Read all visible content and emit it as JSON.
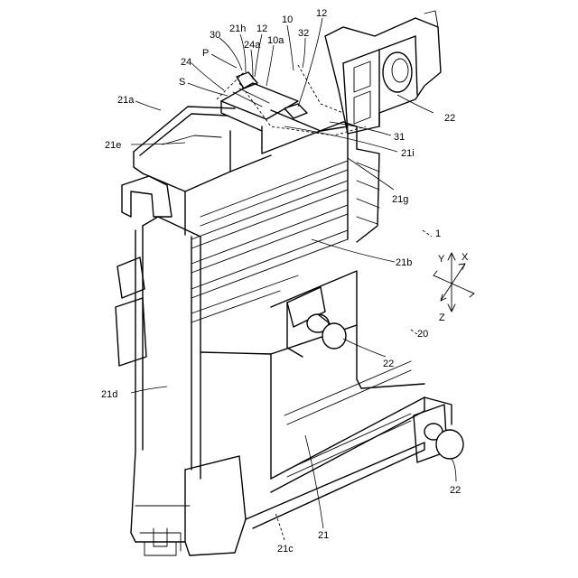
{
  "figure": {
    "labels": {
      "l30": "30",
      "l21h": "21h",
      "l12a": "12",
      "l10": "10",
      "l12b": "12",
      "lP": "P",
      "l24a": "24a",
      "l10a": "10a",
      "l32": "32",
      "l24": "24",
      "lS": "S",
      "l21a": "21a",
      "l22a": "22",
      "l31": "31",
      "l21e": "21e",
      "l21i": "21i",
      "l21g": "21g",
      "l1": "1",
      "l21b": "21b",
      "l20": "20",
      "l22b": "22",
      "l21d": "21d",
      "l21": "21",
      "l22c": "22",
      "l21c": "21c"
    },
    "axes": {
      "y": "Y",
      "x": "X",
      "z": "Z"
    }
  }
}
